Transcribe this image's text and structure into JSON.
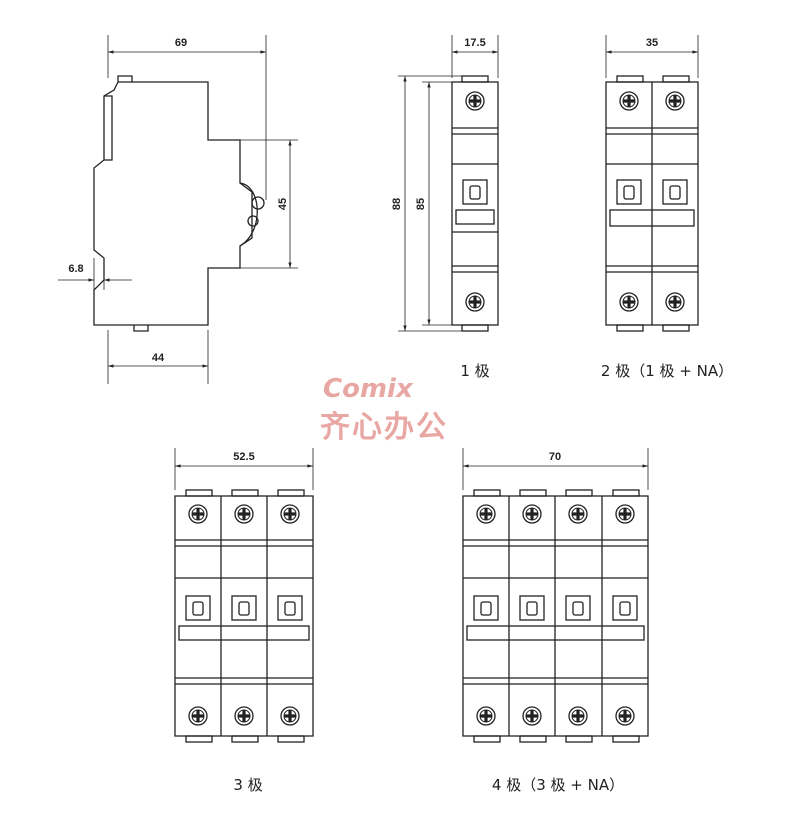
{
  "dimensions": {
    "side_width": "69",
    "side_height": "45",
    "side_rail": "6.8",
    "side_depth": "44",
    "one_pole_width": "17.5",
    "one_pole_height_outer": "88",
    "one_pole_height_inner": "85",
    "two_pole_width": "35",
    "three_pole_width": "52.5",
    "four_pole_width": "70"
  },
  "captions": {
    "one_pole": "1 极",
    "two_pole": "2 极（1 极 + NA）",
    "three_pole": "3 极",
    "four_pole": "4 极（3 极 + NA）"
  },
  "watermark": {
    "brand": "Comix",
    "chinese": "齐心办公",
    "color": "#e9a7a3"
  }
}
